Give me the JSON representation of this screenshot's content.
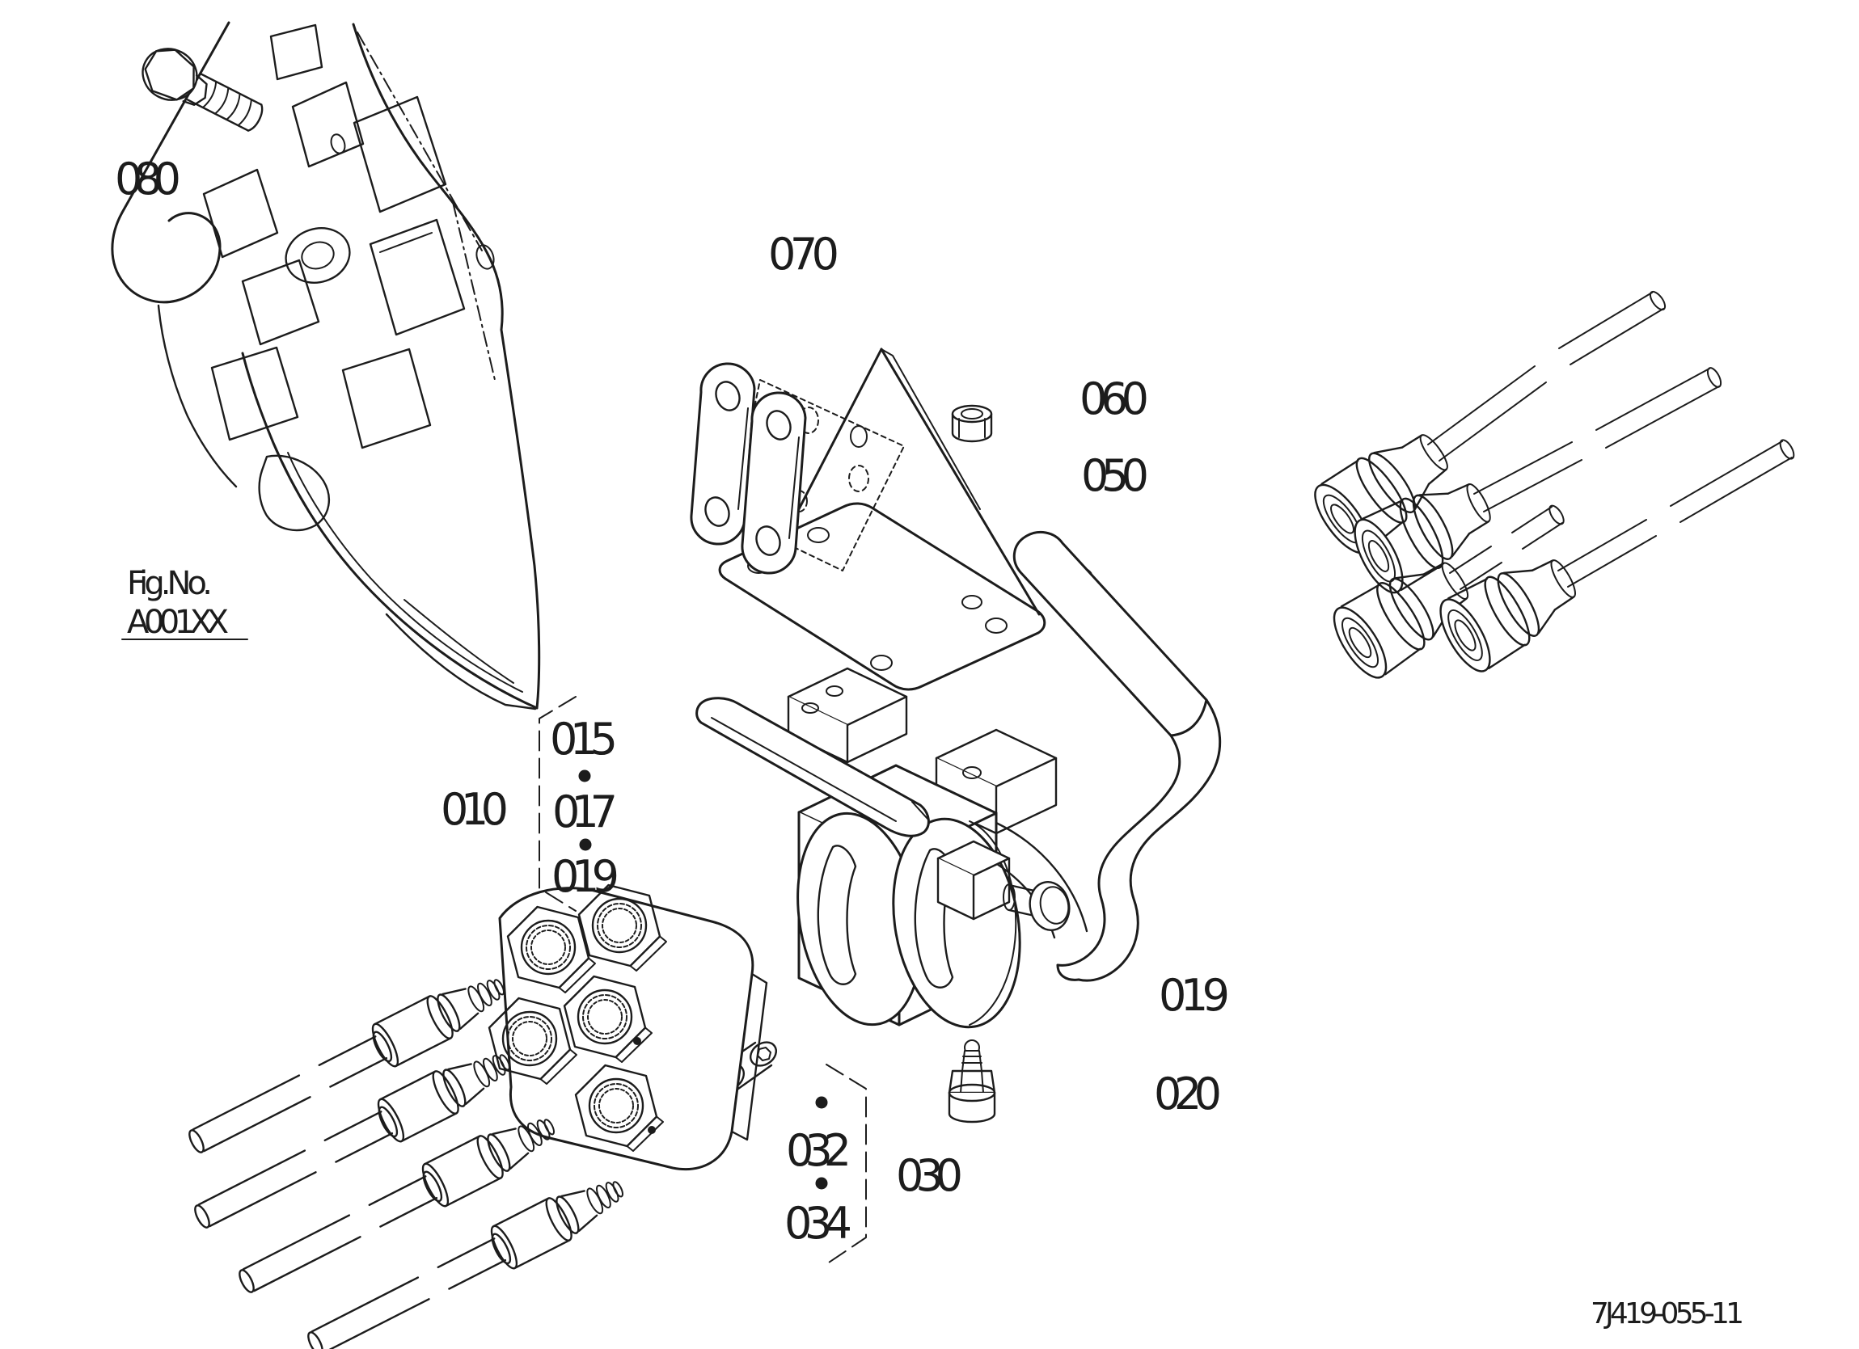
{
  "diagram": {
    "background": "#ffffff",
    "line_color": "#1c1c1c",
    "fig_ref": {
      "prefix": "Fig.No.",
      "code": "A001XX"
    },
    "drawing_number": "7J419-055-11",
    "labels": {
      "bolt": "080",
      "link_plates": "070",
      "nut": "060",
      "bracket": "050",
      "lever": "015",
      "valve_group": "010",
      "valve_item": "017",
      "valve_pin_item": "019",
      "pin": "019",
      "plug": "020",
      "coupler_group": "030",
      "coupler_item": "032",
      "coupler_plug_item": "034"
    }
  }
}
